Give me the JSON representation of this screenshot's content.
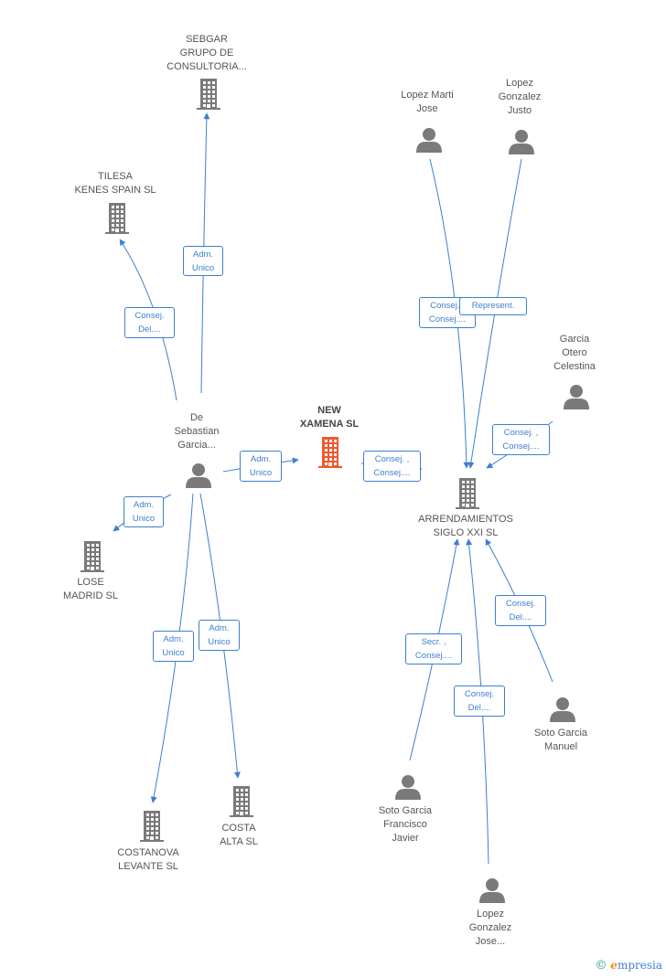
{
  "nodes": [
    {
      "id": "sebgar",
      "type": "company",
      "label": "SEBGAR\nGRUPO DE\nCONSULTORIA..."
    },
    {
      "id": "tilesa",
      "type": "company",
      "label": "TILESA\nKENES SPAIN SL"
    },
    {
      "id": "desebastian",
      "type": "person",
      "label": "De\nSebastian\nGarcia..."
    },
    {
      "id": "newxamena",
      "type": "company",
      "focus": true,
      "label": "NEW\nXAMENA SL"
    },
    {
      "id": "lose",
      "type": "company",
      "label": "LOSE\nMADRID SL"
    },
    {
      "id": "costanova",
      "type": "company",
      "label": "COSTANOVA\nLEVANTE SL"
    },
    {
      "id": "costaalta",
      "type": "company",
      "label": "COSTA\nALTA SL"
    },
    {
      "id": "lopezmarti",
      "type": "person",
      "label": "Lopez Marti\nJose"
    },
    {
      "id": "lopezgonzalezjusto",
      "type": "person",
      "label": "Lopez\nGonzalez\nJusto"
    },
    {
      "id": "garciaotero",
      "type": "person",
      "label": "Garcia\nOtero\nCelestina"
    },
    {
      "id": "arrendamientos",
      "type": "company",
      "label": "ARRENDAMIENTOS\nSIGLO XXI SL"
    },
    {
      "id": "sotomanuel",
      "type": "person",
      "label": "Soto Garcia\nManuel"
    },
    {
      "id": "sotofrancisco",
      "type": "person",
      "label": "Soto Garcia\nFrancisco\nJavier"
    },
    {
      "id": "lopezgonzalezjose",
      "type": "person",
      "label": "Lopez\nGonzalez\nJose..."
    }
  ],
  "edges": [
    {
      "from": "desebastian",
      "to": "sebgar",
      "label": "Adm.\nUnico"
    },
    {
      "from": "desebastian",
      "to": "tilesa",
      "label": "Consej.\nDel...."
    },
    {
      "from": "desebastian",
      "to": "newxamena",
      "label": "Adm.\nUnico"
    },
    {
      "from": "desebastian",
      "to": "lose",
      "label": "Adm.\nUnico"
    },
    {
      "from": "desebastian",
      "to": "costanova",
      "label": "Adm.\nUnico"
    },
    {
      "from": "desebastian",
      "to": "costaalta",
      "label": "Adm.\nUnico"
    },
    {
      "from": "newxamena",
      "to": "arrendamientos",
      "label": "Consej. ,\nConsej...."
    },
    {
      "from": "lopezmarti",
      "to": "arrendamientos",
      "label": "Consej. ,\nConsej...."
    },
    {
      "from": "lopezgonzalezjusto",
      "to": "arrendamientos",
      "label": "Represent."
    },
    {
      "from": "garciaotero",
      "to": "arrendamientos",
      "label": "Consej. ,\nConsej...."
    },
    {
      "from": "sotomanuel",
      "to": "arrendamientos",
      "label": "Consej.\nDel...."
    },
    {
      "from": "sotofrancisco",
      "to": "arrendamientos",
      "label": "Secr. ,\nConsej...."
    },
    {
      "from": "lopezgonzalezjose",
      "to": "arrendamientos",
      "label": "Consej.\nDel...."
    }
  ],
  "brand": {
    "copyright": "©",
    "initial": "e",
    "rest": "mpresia"
  },
  "colors": {
    "company": "#7a7a7a",
    "focus": "#f0582d",
    "person": "#7a7a7a",
    "edge": "#3d7fd0",
    "label_border": "#3d7fd0"
  }
}
